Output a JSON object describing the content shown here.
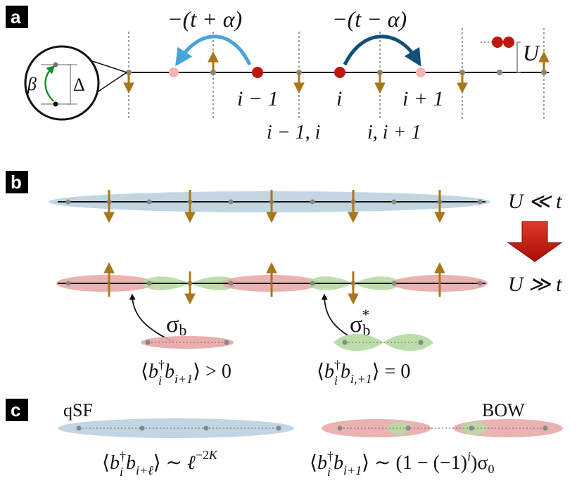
{
  "panels": {
    "a": {
      "label": "a",
      "hop_left": "−(t + α)",
      "hop_right": "−(t − α)",
      "site_im1": "i − 1",
      "site_i": "i",
      "site_ip1": "i + 1",
      "link_im1_i": "i − 1, i",
      "link_i_ip1": "i, i + 1",
      "interaction": "U",
      "inset_beta": "β",
      "inset_delta": "Δ",
      "colors": {
        "left_arrow": "#4aa3d9",
        "right_arrow": "#0f4f7a",
        "particle": "#c0160f",
        "ghost": "#f0b6b4",
        "spin": "#a8771a"
      }
    },
    "b": {
      "label": "b",
      "regime_top": "U ≪ t",
      "regime_bottom": "U ≫ t",
      "sigma_b": "σ",
      "sigma_b_sub": "b",
      "sigma_b_star": "σ",
      "sigma_b_star_sub": "b",
      "sigma_b_star_sup": "*",
      "corr_bond": "⟨b†i bi+1⟩ > 0",
      "corr_antibond": "⟨b†i bi,+1⟩ = 0",
      "colors": {
        "blue": "#b6cfdd",
        "red": "#e8a5a5",
        "green": "#b7dba3",
        "down_arrow": "#cc1a0d"
      }
    },
    "c": {
      "label": "c",
      "phase_left": "qSF",
      "phase_right": "BOW",
      "corr_left": "⟨b†i bi+ℓ⟩ ∼ ℓ−2K",
      "corr_right": "⟨b†i bi+1⟩ ∼ (1 − (−1)i)σ0"
    }
  }
}
